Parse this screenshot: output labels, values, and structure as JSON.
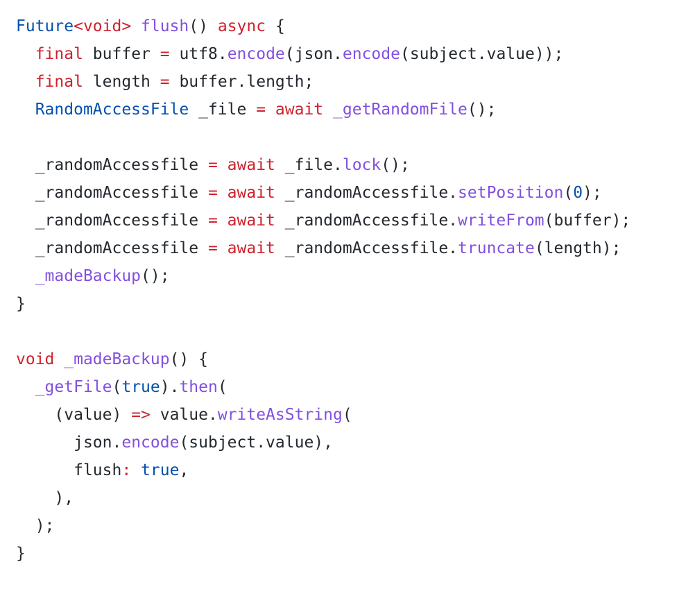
{
  "colors": {
    "background": "#ffffff",
    "plain": "#24292f",
    "keyword": "#cf222e",
    "type": "#0550ae",
    "function": "#8250df",
    "number": "#0550ae"
  },
  "code": {
    "language": "dart",
    "lines": [
      [
        [
          "type",
          "Future"
        ],
        [
          "kw",
          "<void>"
        ],
        [
          "plain",
          " "
        ],
        [
          "fn",
          "flush"
        ],
        [
          "plain",
          "() "
        ],
        [
          "kw",
          "async"
        ],
        [
          "plain",
          " {"
        ]
      ],
      [
        [
          "ws",
          "  "
        ],
        [
          "kw",
          "final"
        ],
        [
          "plain",
          " buffer "
        ],
        [
          "op",
          "="
        ],
        [
          "plain",
          " utf8."
        ],
        [
          "fn",
          "encode"
        ],
        [
          "plain",
          "(json."
        ],
        [
          "fn",
          "encode"
        ],
        [
          "plain",
          "(subject.value));"
        ]
      ],
      [
        [
          "ws",
          "  "
        ],
        [
          "kw",
          "final"
        ],
        [
          "plain",
          " length "
        ],
        [
          "op",
          "="
        ],
        [
          "plain",
          " buffer.length;"
        ]
      ],
      [
        [
          "ws",
          "  "
        ],
        [
          "type",
          "RandomAccessFile"
        ],
        [
          "plain",
          " _file "
        ],
        [
          "op",
          "="
        ],
        [
          "plain",
          " "
        ],
        [
          "kw",
          "await"
        ],
        [
          "plain",
          " "
        ],
        [
          "fn",
          "_getRandomFile"
        ],
        [
          "plain",
          "();"
        ]
      ],
      [],
      [
        [
          "ws",
          "  "
        ],
        [
          "plain",
          "_randomAccessfile "
        ],
        [
          "op",
          "="
        ],
        [
          "plain",
          " "
        ],
        [
          "kw",
          "await"
        ],
        [
          "plain",
          " _file."
        ],
        [
          "fn",
          "lock"
        ],
        [
          "plain",
          "();"
        ]
      ],
      [
        [
          "ws",
          "  "
        ],
        [
          "plain",
          "_randomAccessfile "
        ],
        [
          "op",
          "="
        ],
        [
          "plain",
          " "
        ],
        [
          "kw",
          "await"
        ],
        [
          "plain",
          " _randomAccessfile."
        ],
        [
          "fn",
          "setPosition"
        ],
        [
          "plain",
          "("
        ],
        [
          "num",
          "0"
        ],
        [
          "plain",
          ");"
        ]
      ],
      [
        [
          "ws",
          "  "
        ],
        [
          "plain",
          "_randomAccessfile "
        ],
        [
          "op",
          "="
        ],
        [
          "plain",
          " "
        ],
        [
          "kw",
          "await"
        ],
        [
          "plain",
          " _randomAccessfile."
        ],
        [
          "fn",
          "writeFrom"
        ],
        [
          "plain",
          "(buffer);"
        ]
      ],
      [
        [
          "ws",
          "  "
        ],
        [
          "plain",
          "_randomAccessfile "
        ],
        [
          "op",
          "="
        ],
        [
          "plain",
          " "
        ],
        [
          "kw",
          "await"
        ],
        [
          "plain",
          " _randomAccessfile."
        ],
        [
          "fn",
          "truncate"
        ],
        [
          "plain",
          "(length);"
        ]
      ],
      [
        [
          "ws",
          "  "
        ],
        [
          "fn",
          "_madeBackup"
        ],
        [
          "plain",
          "();"
        ]
      ],
      [
        [
          "plain",
          "}"
        ]
      ],
      [],
      [
        [
          "kw",
          "void"
        ],
        [
          "plain",
          " "
        ],
        [
          "fn",
          "_madeBackup"
        ],
        [
          "plain",
          "() {"
        ]
      ],
      [
        [
          "ws",
          "  "
        ],
        [
          "fn",
          "_getFile"
        ],
        [
          "plain",
          "("
        ],
        [
          "type",
          "true"
        ],
        [
          "plain",
          ")."
        ],
        [
          "fn",
          "then"
        ],
        [
          "plain",
          "("
        ]
      ],
      [
        [
          "ws",
          "    "
        ],
        [
          "plain",
          "(value) "
        ],
        [
          "op",
          "=>"
        ],
        [
          "plain",
          " value."
        ],
        [
          "fn",
          "writeAsString"
        ],
        [
          "plain",
          "("
        ]
      ],
      [
        [
          "ws",
          "      "
        ],
        [
          "plain",
          "json."
        ],
        [
          "fn",
          "encode"
        ],
        [
          "plain",
          "(subject.value),"
        ]
      ],
      [
        [
          "ws",
          "      "
        ],
        [
          "plain",
          "flush"
        ],
        [
          "op",
          ":"
        ],
        [
          "plain",
          " "
        ],
        [
          "type",
          "true"
        ],
        [
          "plain",
          ","
        ]
      ],
      [
        [
          "ws",
          "    "
        ],
        [
          "plain",
          "),"
        ]
      ],
      [
        [
          "ws",
          "  "
        ],
        [
          "plain",
          ");"
        ]
      ],
      [
        [
          "plain",
          "}"
        ]
      ]
    ]
  }
}
